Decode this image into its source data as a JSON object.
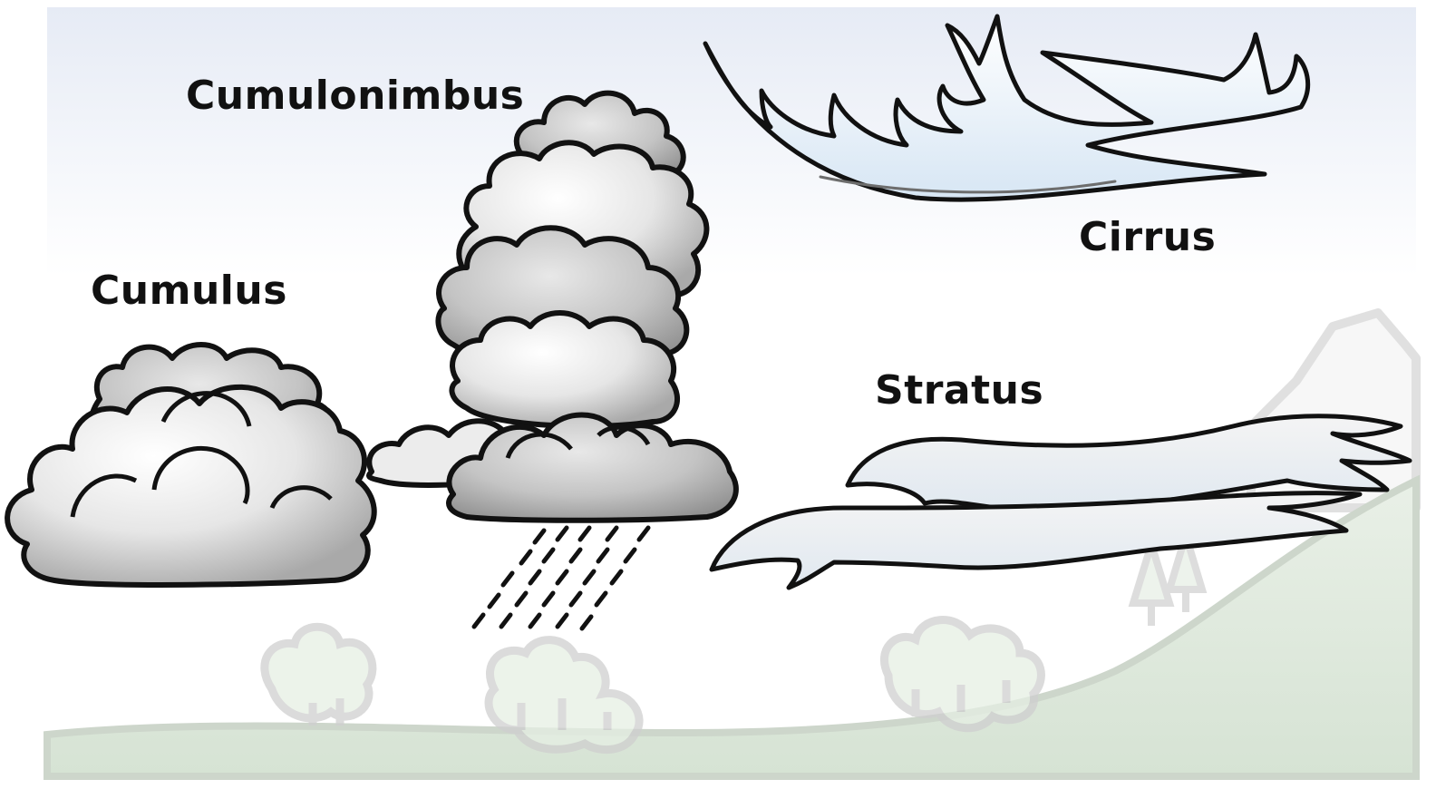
{
  "labels": {
    "cumulonimbus": "Cumulonimbus",
    "cumulus": "Cumulus",
    "cirrus": "Cirrus",
    "stratus": "Stratus"
  },
  "colors": {
    "sky_top": "#e7ecf6",
    "sky_bottom": "#ffffff",
    "cloud_light": "#f2f2f2",
    "cloud_shade": "#bdbdbd",
    "cloud_dark": "#9e9e9e",
    "outline": "#111111",
    "ice_blue": "#dbe9f6",
    "hill": "#dfe8dc",
    "tree": "#e3ece2",
    "tree_outline": "#cfcfcf"
  }
}
